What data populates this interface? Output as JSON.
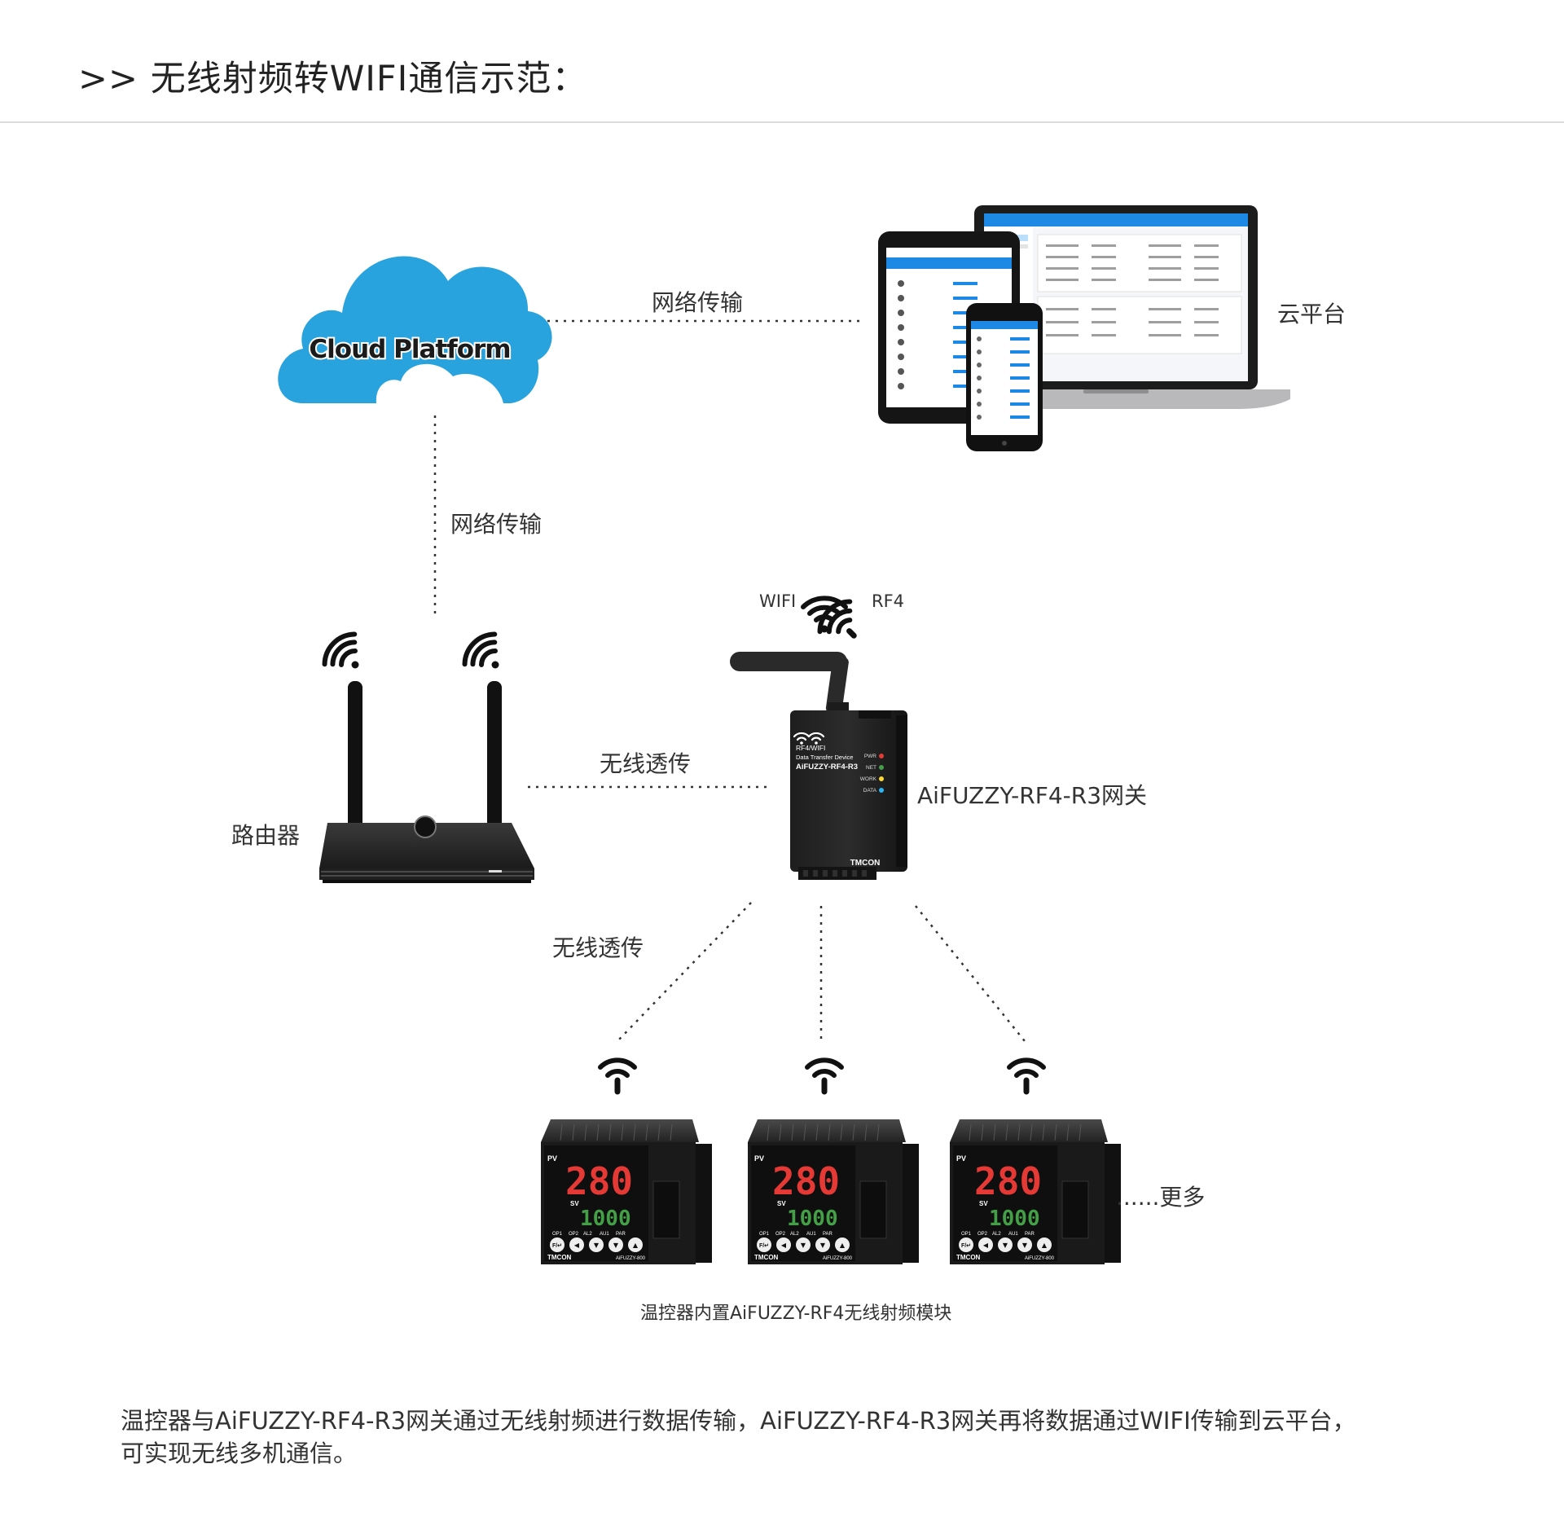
{
  "title": ">> 无线射频转WIFI通信示范：",
  "cloud": {
    "text": "Cloud Platform",
    "color": "#29a3dd"
  },
  "labels": {
    "net_transfer_top": "网络传输",
    "net_transfer_left": "网络传输",
    "cloud_platform": "云平台",
    "wireless_trans_mid": "无线透传",
    "wireless_trans_low": "无线透传",
    "router": "路由器",
    "gateway_name": "AiFUZZY-RF4-R3网关",
    "wifi": "WIFI",
    "rf4": "RF4",
    "more": "......更多",
    "module_caption": "温控器内置AiFUZZY-RF4无线射频模块"
  },
  "gateway": {
    "line1": "RF4/WIFI",
    "line2": "Data Transfer Device",
    "model": "AiFUZZY-RF4-R3",
    "brand": "TMCON",
    "leds": [
      {
        "label": "PWR",
        "color": "#e53935"
      },
      {
        "label": "NET",
        "color": "#43a047"
      },
      {
        "label": "WORK",
        "color": "#fdd835"
      },
      {
        "label": "DATA",
        "color": "#29b6f6"
      }
    ]
  },
  "controller": {
    "pv_label": "PV",
    "sv_label": "SV",
    "pv_value": "280",
    "sv_value": "1000",
    "indicators": [
      "OP1",
      "OP2",
      "AL2",
      "AU1",
      "PAR"
    ],
    "fn_key": "F/↵",
    "brand": "TMCON",
    "model": "AiFUZZY-800"
  },
  "footer": {
    "line1": "温控器与AiFUZZY-RF4-R3网关通过无线射频进行数据传输，AiFUZZY-RF4-R3网关再将数据通过WIFI传输到云平台，",
    "line2": "可实现无线多机通信。"
  }
}
